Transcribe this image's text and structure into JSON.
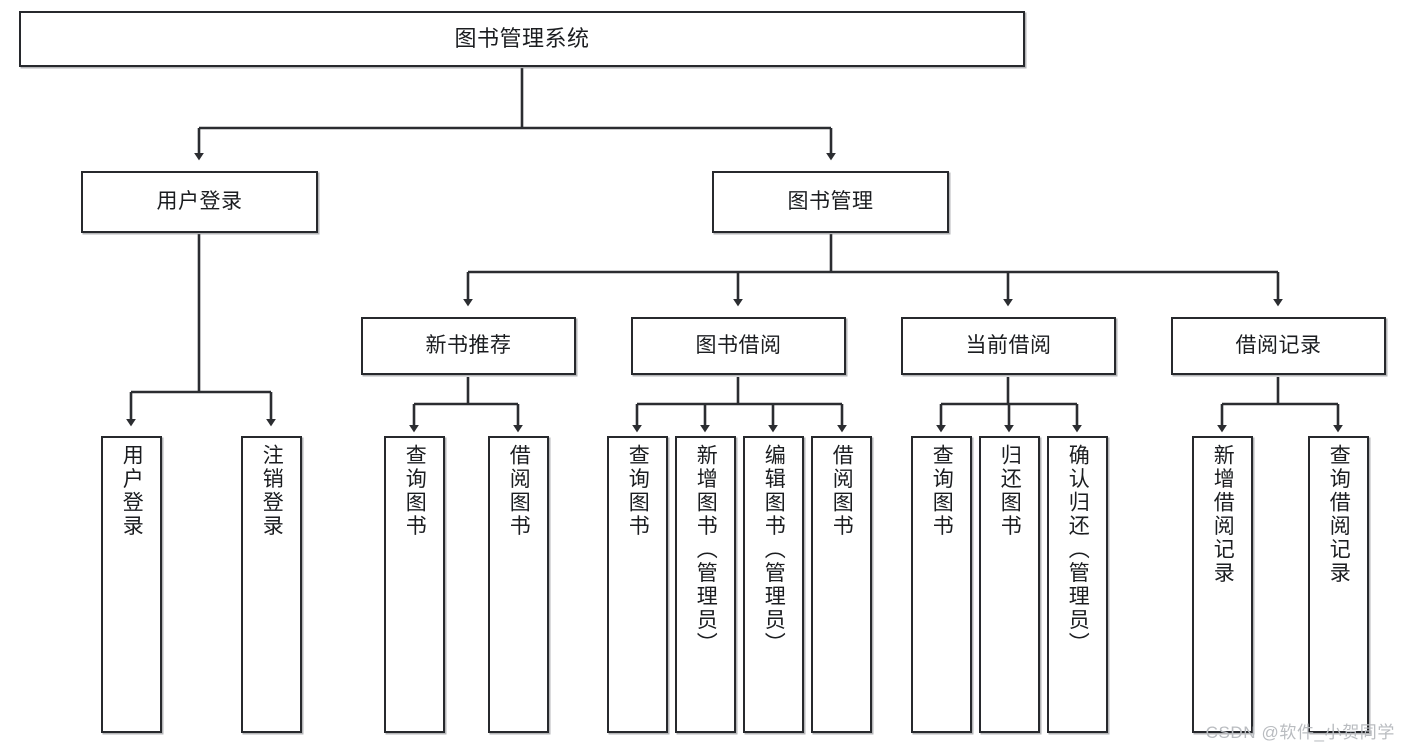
{
  "diagram": {
    "title": "图书管理系统",
    "type": "tree",
    "watermark": "CSDN @软件_小贺同学",
    "colors": {
      "node_border": "#27292d",
      "node_fill": "#ffffff",
      "edge": "#2b2d31",
      "watermark": "#b9bcc0",
      "background": "#ffffff"
    },
    "nodes": {
      "root": {
        "label": "图书管理系统"
      },
      "level2": [
        {
          "id": "user-login",
          "label": "用户登录"
        },
        {
          "id": "book-management",
          "label": "图书管理"
        }
      ],
      "level3": [
        {
          "id": "new-book-recommend",
          "label": "新书推荐"
        },
        {
          "id": "book-borrow",
          "label": "图书借阅"
        },
        {
          "id": "current-borrow",
          "label": "当前借阅"
        },
        {
          "id": "borrow-record",
          "label": "借阅记录"
        }
      ],
      "leaves": {
        "user_login": [
          {
            "id": "leaf-user-login",
            "label": "用户登录"
          },
          {
            "id": "leaf-logout-login",
            "label": "注销登录"
          }
        ],
        "new_book_recommend": [
          {
            "id": "leaf-query-book-1",
            "label": "查询图书"
          },
          {
            "id": "leaf-borrow-book-1",
            "label": "借阅图书"
          }
        ],
        "book_borrow": [
          {
            "id": "leaf-query-book-2",
            "label": "查询图书"
          },
          {
            "id": "leaf-add-book",
            "label": "新增图书（管理员）"
          },
          {
            "id": "leaf-edit-book",
            "label": "编辑图书（管理员）"
          },
          {
            "id": "leaf-borrow-book-2",
            "label": "借阅图书"
          }
        ],
        "current_borrow": [
          {
            "id": "leaf-query-book-3",
            "label": "查询图书"
          },
          {
            "id": "leaf-return-book",
            "label": "归还图书"
          },
          {
            "id": "leaf-confirm-return",
            "label": "确认归还（管理员）"
          }
        ],
        "borrow_record": [
          {
            "id": "leaf-add-borrow-record",
            "label": "新增借阅记录"
          },
          {
            "id": "leaf-query-borrow-record",
            "label": "查询借阅记录"
          }
        ]
      }
    }
  }
}
